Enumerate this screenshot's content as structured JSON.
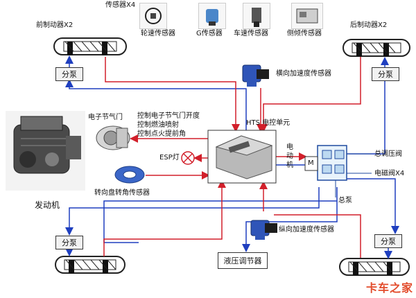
{
  "labels": {
    "front_brake": "前制动器X2",
    "sensor_x4": "传感器X4",
    "rear_brake": "后制动器X2",
    "wheel_speed_sensor": "轮速传感器",
    "g_sensor": "G传感器",
    "vehicle_speed_sensor": "车速传感器",
    "roll_sensor": "侧倾传感器",
    "lateral_accel": "横向加速度传感器",
    "throttle": "电子节气门",
    "control_throttle": "控制电子节气门开度",
    "control_fuel": "控制燃油喷射",
    "control_ignition": "控制点火提前角",
    "hts_ecu": "HTS 电控单元",
    "esp_lamp": "ESP灯",
    "motor_label": "电动机",
    "motor_m": "M",
    "master_valve": "总调压阀",
    "solenoid_x4": "电磁阀X4",
    "master_pump": "总泵",
    "steering_sensor": "转向盘转角传感器",
    "engine": "发动机",
    "longitudinal_accel": "纵向加速度传感器",
    "pressure_regulator": "液压调节器",
    "split_pump": "分泵",
    "watermark": "卡车之家"
  },
  "colors": {
    "blue_line": "#1f3fbf",
    "red_line": "#d21f2a",
    "hydraulic_box": "#e8f3fb",
    "hydraulic_border": "#1f4a9f",
    "ecu_bg": "#dcdcdc"
  }
}
